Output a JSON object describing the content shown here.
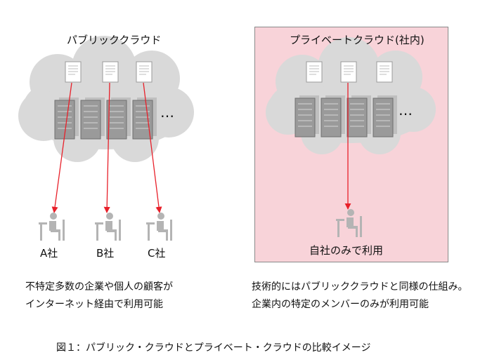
{
  "public_cloud": {
    "title": "パブリッククラウド",
    "ellipsis": "…",
    "companies": [
      "A社",
      "B社",
      "C社"
    ]
  },
  "private_cloud": {
    "title": "プライベートクラウド(社内)",
    "ellipsis": "…",
    "usage_label": "自社のみで利用"
  },
  "descriptions": {
    "public": [
      "不特定多数の企業や個人の顧客が",
      "インターネット経由で利用可能"
    ],
    "private": [
      "技術的にはパブリッククラウドと同様の仕組み。",
      "企業内の特定のメンバーのみが利用可能"
    ]
  },
  "caption": "図１：パブリック・クラウドとプライベート・クラウドの比較イメージ",
  "colors": {
    "cloud": "#d9d9d9",
    "private_background": "#f8d3d9",
    "arrow": "#e8202a",
    "server": "#9a9a9a",
    "person": "#b4b4b4"
  }
}
